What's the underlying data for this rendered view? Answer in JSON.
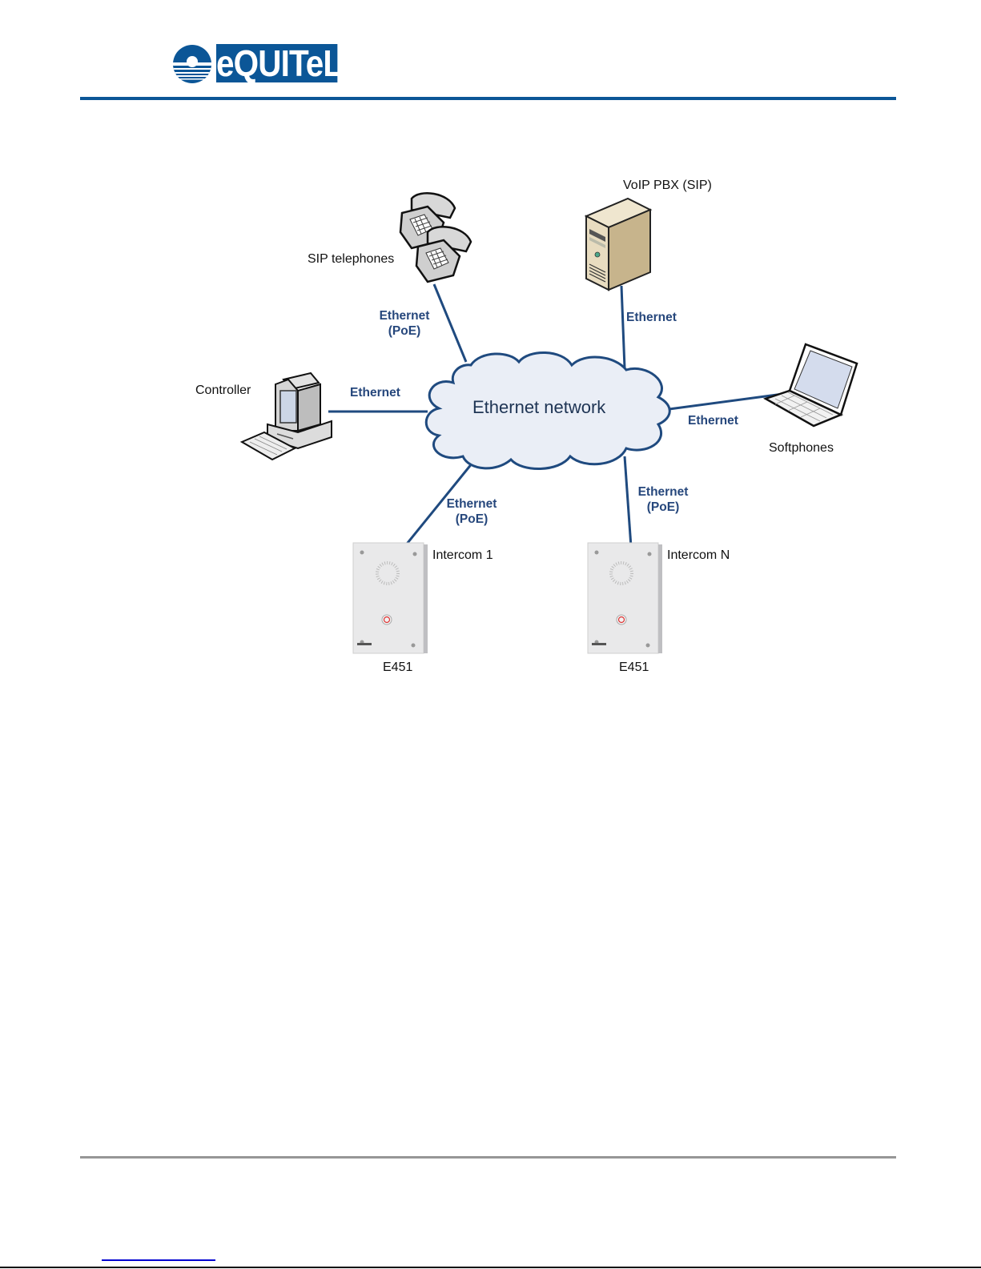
{
  "header": {
    "logo_text": "eQUITeL",
    "brand_color": "#0b5697"
  },
  "diagram": {
    "network": {
      "label": "Ethernet network",
      "line_color": "#1f4a7f",
      "fill_color": "#eaeef6"
    },
    "nodes": {
      "sip_phones": {
        "label": "SIP telephones",
        "icon": "desk-telephone-icon"
      },
      "pbx": {
        "label": "VoIP PBX (SIP)",
        "icon": "server-tower-icon"
      },
      "controller": {
        "label": "Controller",
        "icon": "desktop-computer-icon"
      },
      "softphones": {
        "label": "Softphones",
        "icon": "laptop-icon"
      },
      "intercom1": {
        "label": "Intercom 1",
        "model": "E451",
        "icon": "intercom-panel-icon"
      },
      "intercomN": {
        "label": "Intercom N",
        "model": "E451",
        "icon": "intercom-panel-icon"
      }
    },
    "links": {
      "sip_phones": {
        "line1": "Ethernet",
        "line2": "(PoE)"
      },
      "pbx": {
        "line1": "Ethernet"
      },
      "controller": {
        "line1": "Ethernet"
      },
      "softphones": {
        "line1": "Ethernet"
      },
      "intercom1": {
        "line1": "Ethernet",
        "line2": "(PoE)"
      },
      "intercomN": {
        "line1": "Ethernet",
        "line2": "(PoE)"
      }
    }
  }
}
